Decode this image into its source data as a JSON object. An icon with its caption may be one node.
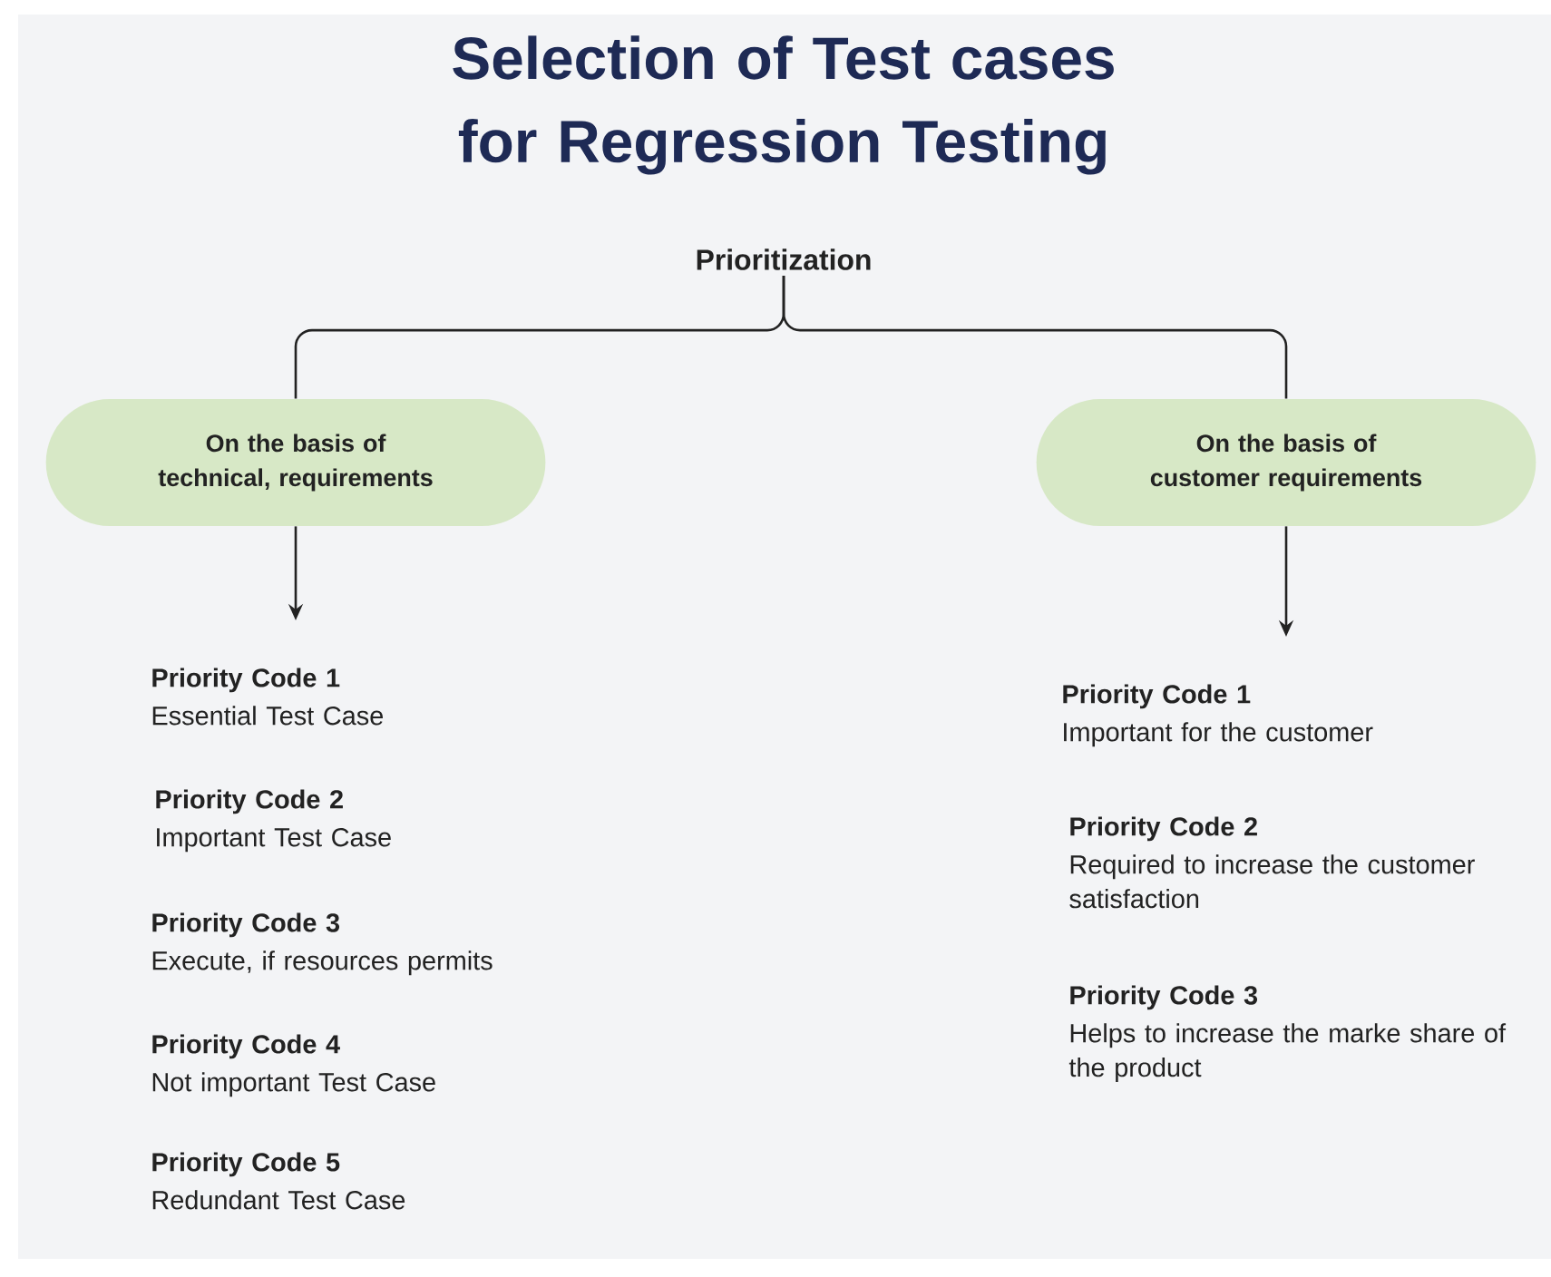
{
  "diagram": {
    "title": "Selection of Test cases for Regression Testing",
    "nodes": [
      {
        "text": [
          "Prioritization"
        ]
      },
      {
        "text": [
          "On the basis of technical, requirements"
        ]
      },
      {
        "text": [
          "On the basis of customer requirements"
        ]
      },
      {
        "text": [
          "Priority Code 1",
          "Essential Test Case"
        ]
      },
      {
        "text": [
          "Priority Code 2",
          "Important Test Case"
        ]
      },
      {
        "text": [
          "Priority Code 3",
          "Execute, if resources permits"
        ]
      },
      {
        "text": [
          "Priority Code 4",
          "Not important Test Case"
        ]
      },
      {
        "text": [
          "Priority Code 5",
          "Redundant Test Case"
        ]
      },
      {
        "text": [
          "Priority Code 1",
          "Important for the customer"
        ]
      },
      {
        "text": [
          "Priority Code 2",
          "Required to increase the customer satisfaction"
        ]
      },
      {
        "text": [
          "Priority Code 3",
          "Helps to increase the marke share of the product"
        ]
      }
    ],
    "edges": [
      {
        "from": 0,
        "to": 1,
        "arrow": "none"
      },
      {
        "from": 0,
        "to": 2,
        "arrow": "none"
      },
      {
        "from": 1,
        "to": 3,
        "arrow": "to"
      },
      {
        "from": 2,
        "to": 8,
        "arrow": "to"
      }
    ]
  }
}
